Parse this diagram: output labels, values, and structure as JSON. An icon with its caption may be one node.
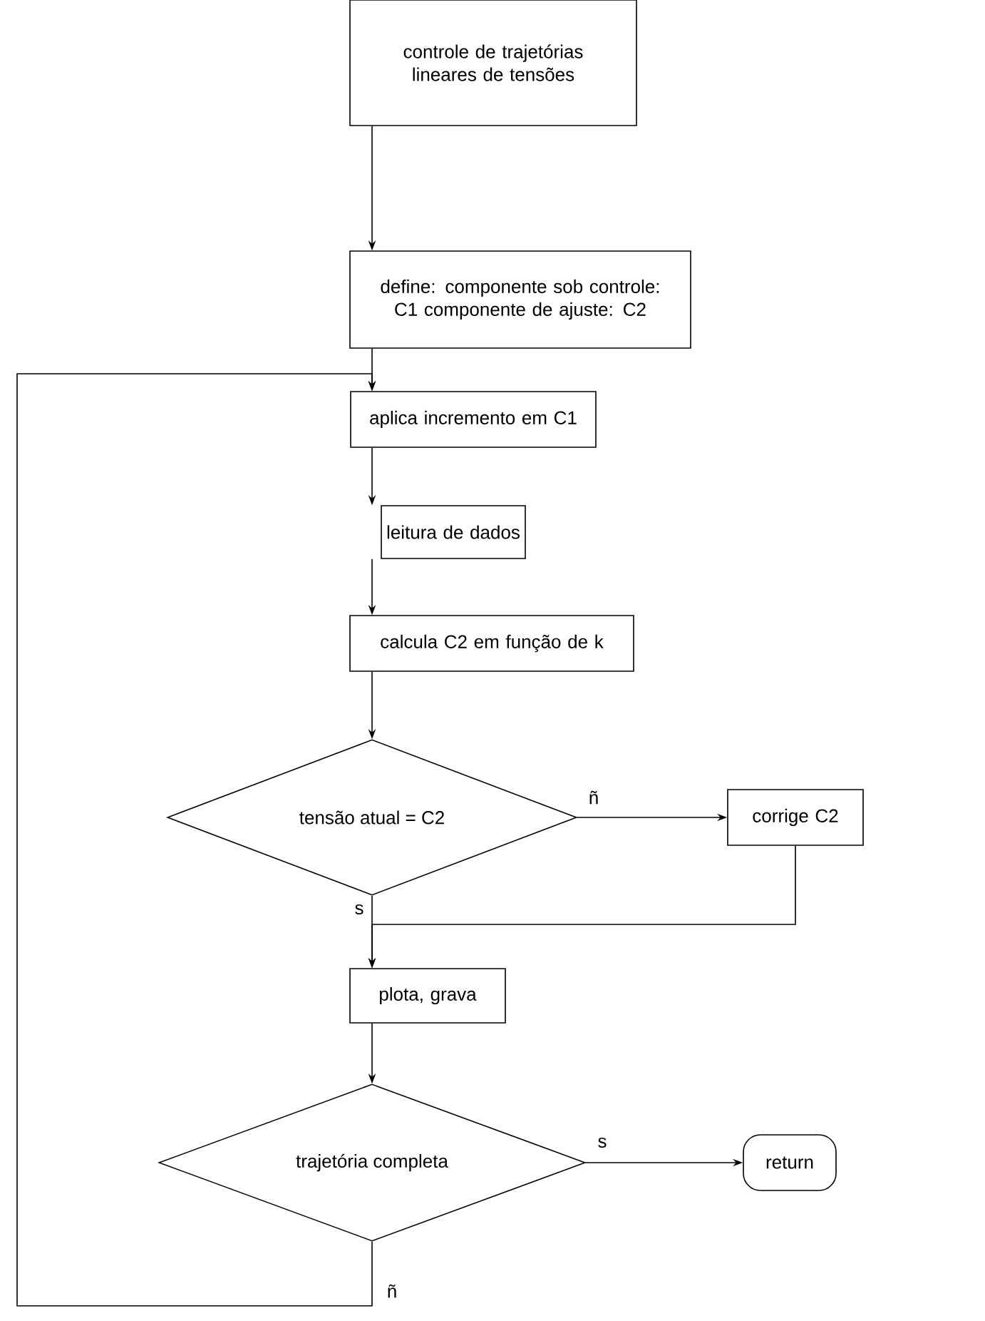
{
  "diagram": {
    "nodes": [
      {
        "text": [
          "controle de trajetórias lineares de tensões"
        ]
      },
      {
        "text": [
          "define: componente sob controle: C1 componente de ajuste: C2"
        ]
      },
      {
        "text": [
          "aplica incremento em C1"
        ]
      },
      {
        "text": [
          "leitura de dados"
        ]
      },
      {
        "text": [
          "calcula C2 em função de k"
        ]
      },
      {
        "text": [
          "tensão atual = C2"
        ]
      },
      {
        "text": [
          "corrige C2"
        ]
      },
      {
        "text": [
          "plota, grava"
        ]
      },
      {
        "text": [
          "trajetória completa"
        ]
      },
      {
        "text": [
          "return"
        ]
      }
    ],
    "edges": [
      {
        "from": 0,
        "to": 1,
        "arrow": "to"
      },
      {
        "from": 1,
        "to": 2,
        "arrow": "to"
      },
      {
        "from": 2,
        "to": 3,
        "arrow": "to"
      },
      {
        "from": 3,
        "to": 4,
        "arrow": "to"
      },
      {
        "from": 4,
        "to": 5,
        "arrow": "to"
      },
      {
        "from": 5,
        "to": 6,
        "arrow": "to",
        "label": "ñ"
      },
      {
        "from": 5,
        "to": 7,
        "arrow": "to",
        "label": "s"
      },
      {
        "from": 6,
        "to": 7,
        "arrow": "to"
      },
      {
        "from": 7,
        "to": 8,
        "arrow": "to"
      },
      {
        "from": 8,
        "to": 9,
        "arrow": "to",
        "label": "s"
      },
      {
        "from": 8,
        "to": 2,
        "arrow": "to",
        "label": "ñ"
      }
    ]
  }
}
